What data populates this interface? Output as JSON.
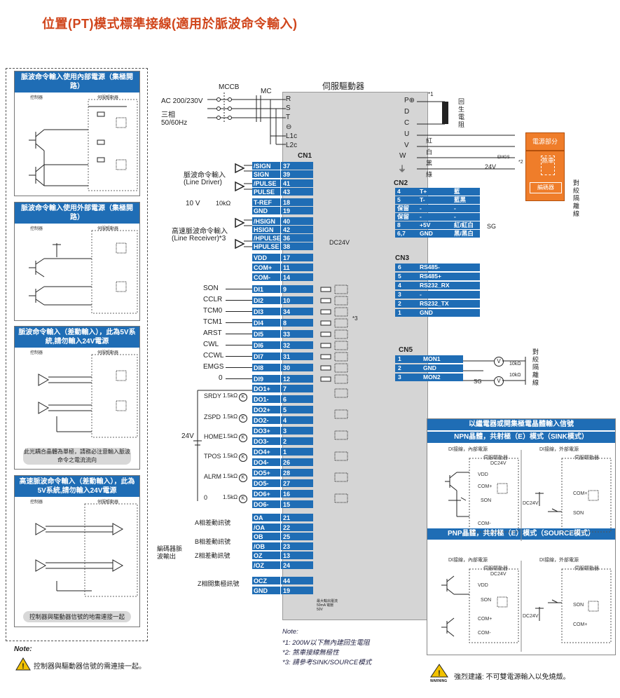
{
  "title": "位置(PT)模式標準接線(適用於脈波命令輸入)",
  "drive_title": "伺服驅動器",
  "power": {
    "mccb": "MCCB",
    "mc": "MC",
    "ac": "AC 200/230V",
    "phase": "三相",
    "freq": "50/60Hz",
    "terminals": [
      "R",
      "S",
      "T",
      "⊖",
      "L1c",
      "L2c"
    ]
  },
  "right_terms": [
    "P⊕",
    "D",
    "C",
    "U",
    "V",
    "W",
    "⏚"
  ],
  "regen": {
    "label": "回生電阻",
    "mark": "*1"
  },
  "motor_wires": [
    "紅",
    "白",
    "黑",
    "綠"
  ],
  "brake": {
    "box": "電源部分",
    "brake": "煞車",
    "encoder": "編碼器",
    "v24": "24V",
    "mark": "*2",
    "emgs": "EMGS"
  },
  "shield_note": "對絞隔離線",
  "cn1": {
    "title": "CN1",
    "pins": [
      [
        "/SIGN",
        "37"
      ],
      [
        "SIGN",
        "39"
      ],
      [
        "/PULSE",
        "41"
      ],
      [
        "PULSE",
        "43"
      ],
      [
        "T-REF",
        "18"
      ],
      [
        "GND",
        "19"
      ],
      [
        "/HSIGN",
        "40"
      ],
      [
        "HSIGN",
        "42"
      ],
      [
        "/HPULSE",
        "36"
      ],
      [
        "HPULSE",
        "38"
      ],
      [
        "VDD",
        "17"
      ],
      [
        "COM+",
        "11"
      ],
      [
        "COM-",
        "14"
      ],
      [
        "DI1",
        "9"
      ],
      [
        "DI2",
        "10"
      ],
      [
        "DI3",
        "34"
      ],
      [
        "DI4",
        "8"
      ],
      [
        "DI5",
        "33"
      ],
      [
        "DI6",
        "32"
      ],
      [
        "DI7",
        "31"
      ],
      [
        "DI8",
        "30"
      ],
      [
        "DI9",
        "12"
      ],
      [
        "DO1+",
        "7"
      ],
      [
        "DO1-",
        "6"
      ],
      [
        "DO2+",
        "5"
      ],
      [
        "DO2-",
        "4"
      ],
      [
        "DO3+",
        "3"
      ],
      [
        "DO3-",
        "2"
      ],
      [
        "DO4+",
        "1"
      ],
      [
        "DO4-",
        "26"
      ],
      [
        "DO5+",
        "28"
      ],
      [
        "DO5-",
        "27"
      ],
      [
        "DO6+",
        "16"
      ],
      [
        "DO6-",
        "15"
      ],
      [
        "OA",
        "21"
      ],
      [
        "/OA",
        "22"
      ],
      [
        "OB",
        "25"
      ],
      [
        "/OB",
        "23"
      ],
      [
        "OZ",
        "13"
      ],
      [
        "/OZ",
        "24"
      ],
      [
        "OCZ",
        "44"
      ],
      [
        "GND",
        "19"
      ]
    ]
  },
  "left_labels": {
    "pulse_line_driver": "脈波命令輸入",
    "line_driver": "(Line Driver)",
    "v10": "10 V",
    "pot": "10kΩ",
    "hs_pulse": "高速脈波命令輸入",
    "line_receiver": "(Line Receiver)*3",
    "dc24": "DC24V",
    "di": [
      "SON",
      "CCLR",
      "TCM0",
      "TCM1",
      "ARST",
      "CWL",
      "CCWL",
      "EMGS",
      "0"
    ],
    "do": [
      "SRDY",
      "ZSPD",
      "HOME",
      "TPOS",
      "ALRM",
      "0"
    ],
    "do_res": "1.5kΩ",
    "v24": "24V",
    "enc": [
      "A相差動訊號",
      "B相差動訊號",
      "Z相差動訊號"
    ],
    "enc_out": "編碼器脈波輸出",
    "ocz": "Z相開集極訊號",
    "mark3": "*3",
    "ocz_note": "最大輸出電流50mA 電壓50V"
  },
  "cn2": {
    "title": "CN2",
    "rows": [
      [
        "4",
        "T+",
        "藍"
      ],
      [
        "5",
        "T-",
        "藍黑"
      ],
      [
        "保留",
        "-",
        "-"
      ],
      [
        "保留",
        "-",
        "-"
      ],
      [
        "8",
        "+5V",
        "紅/紅白"
      ],
      [
        "6,7",
        "GND",
        "黑/黑白"
      ]
    ],
    "sg": "SG"
  },
  "cn3": {
    "title": "CN3",
    "rows": [
      [
        "6",
        "RS485-"
      ],
      [
        "5",
        "RS485+"
      ],
      [
        "4",
        "RS232_RX"
      ],
      [
        "3",
        "-"
      ],
      [
        "2",
        "RS232_TX"
      ],
      [
        "1",
        "GND"
      ]
    ]
  },
  "cn5": {
    "title": "CN5",
    "rows": [
      [
        "1",
        "MON1"
      ],
      [
        "2",
        "GND"
      ],
      [
        "3",
        "MON2"
      ]
    ],
    "sg": "SG",
    "res": "10kΩ",
    "v": "V"
  },
  "panels": [
    {
      "title": "脈波命令輸入使用內部電源（集極開路）",
      "ctrl": "控制器",
      "drv": "伺服驅動器"
    },
    {
      "title": "脈波命令輸入使用外部電源（集極開路）",
      "ctrl": "控制器",
      "drv": "伺服驅動器"
    },
    {
      "title": "脈波命令輸入（差動輸入），此為5V系統,請勿輸入24V電源",
      "ctrl": "控制器",
      "drv": "伺服驅動器",
      "pill": "此光耦合晶體為單極，請務必注意輸入脈波命令之電流流向"
    },
    {
      "title": "高速脈波命令輸入（差動輸入），此為5V系統,請勿輸入24V電源",
      "ctrl": "控制器",
      "drv": "伺服驅動器",
      "pill": "控制器與驅動器信號的地需連接一起"
    }
  ],
  "right_panel": {
    "title": "以繼電器或開集極電晶體輸入信號",
    "npn": "NPN晶體，共射極（E）模式（SINK模式）",
    "pnp": "PNP晶體，共射極（E）模式（SOURCE模式）",
    "int": "DI接線，內部電源",
    "ext": "DI接線，外部電源",
    "drv": "伺服驅動器",
    "dc24": "DC24V",
    "vdd": "VDD",
    "comp": "COM+",
    "comm": "COM-",
    "son": "SON"
  },
  "notes": {
    "title": "Note:",
    "n1": "*1: 200W以下無內建回生電阻",
    "n2": "*2: 煞車接線無極性",
    "n3": "*3: 請參考SINK/SOURCE模式"
  },
  "left_note": {
    "title": "Note:",
    "text": "控制器與驅動器信號的需連接一起。"
  },
  "warning": {
    "label": "WARNING",
    "text": "強烈建議: 不可雙電源輸入以免燒燬。"
  }
}
